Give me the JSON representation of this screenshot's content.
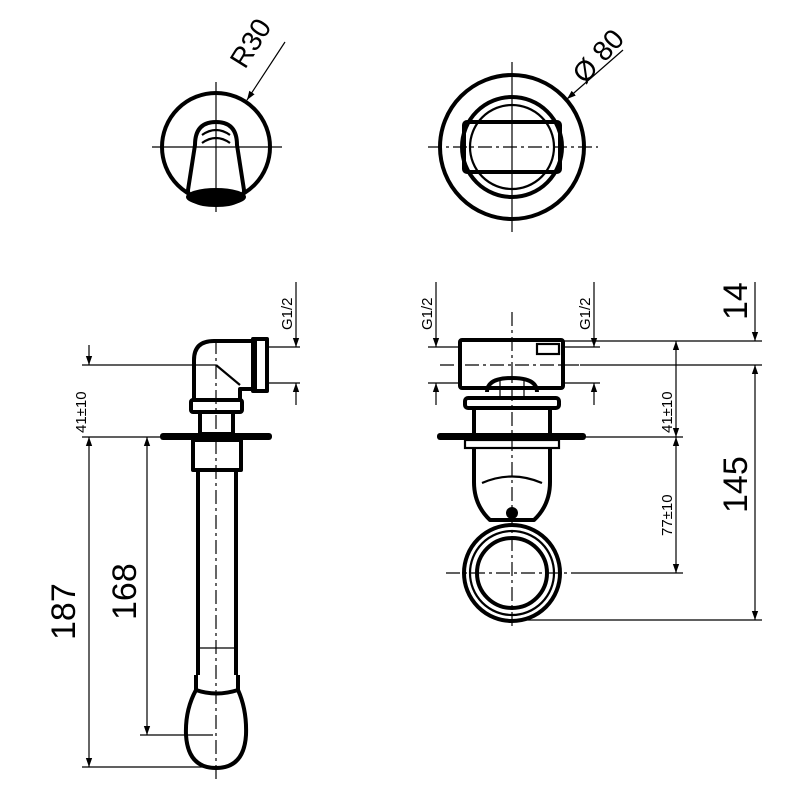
{
  "title": "Wall-mounted spout technical drawing",
  "top_views": {
    "left_radius_label": "R30",
    "right_diameter_label": "Ø 80"
  },
  "side_view": {
    "thread_label": "G1/2",
    "wall_offset_label": "41±10",
    "overall_height_label": "187",
    "spout_length_label": "168"
  },
  "front_view": {
    "thread_left_label": "G1/2",
    "thread_right_label": "G1/2",
    "top_offset_label": "14",
    "wall_offset_label": "41±10",
    "handle_offset_label": "77±10",
    "overall_height_label": "145"
  },
  "colors": {
    "line": "#000000",
    "background": "#ffffff"
  }
}
